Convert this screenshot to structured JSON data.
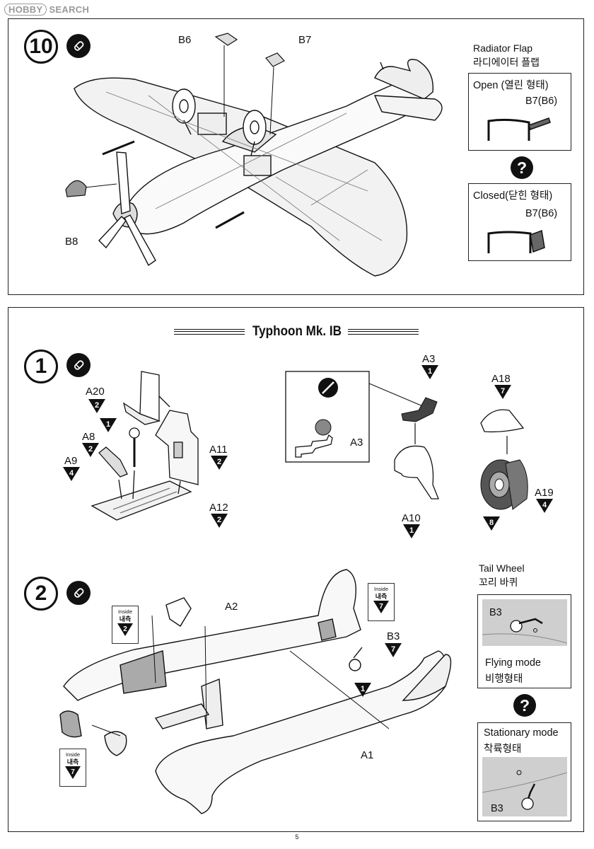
{
  "watermark": {
    "logo": "HOBBY",
    "text": "SEARCH"
  },
  "step10": {
    "number": "10",
    "parts": {
      "b6": "B6",
      "b7": "B7",
      "b8": "B8"
    },
    "radiator": {
      "title_en": "Radiator Flap",
      "title_ko": "라디에이터 플랩",
      "open_label": "Open (열린 형태)",
      "open_part": "B7(B6)",
      "closed_label": "Closed(닫힌 형태)",
      "closed_part": "B7(B6)",
      "choice_mark": "?"
    }
  },
  "section_title": "Typhoon Mk. IB",
  "step1": {
    "number": "1",
    "parts": [
      {
        "id": "A20",
        "qty": "2"
      },
      {
        "id": "A8",
        "qty": "2"
      },
      {
        "id": "A9",
        "qty": "4"
      },
      {
        "id": "A11",
        "qty": "2"
      },
      {
        "id": "A12",
        "qty": "2"
      },
      {
        "id": "A3",
        "qty": "1"
      },
      {
        "id": "A10",
        "qty": "1"
      },
      {
        "id": "A18",
        "qty": "7"
      },
      {
        "id": "A19",
        "qty": "4"
      }
    ],
    "marker_1": "1",
    "marker_8": "8",
    "detail_label": "A3"
  },
  "step2": {
    "number": "2",
    "parts": {
      "a1": "A1",
      "a2": "A2",
      "b3": "B3",
      "b3_qty": "7",
      "marker_1": "1"
    },
    "inside_tags": [
      {
        "en": "Inside",
        "ko": "내측",
        "num": "2"
      },
      {
        "en": "Inside",
        "ko": "내측",
        "num": "7"
      },
      {
        "en": "Inside",
        "ko": "내측",
        "num": "7"
      }
    ],
    "tail_wheel": {
      "title_en": "Tail Wheel",
      "title_ko": "꼬리 바퀴",
      "flying_part": "B3",
      "flying_en": "Flying mode",
      "flying_ko": "비행형태",
      "choice_mark": "?",
      "stationary_en": "Stationary mode",
      "stationary_ko": "착륙형태",
      "stationary_part": "B3"
    }
  },
  "page_number": "5"
}
